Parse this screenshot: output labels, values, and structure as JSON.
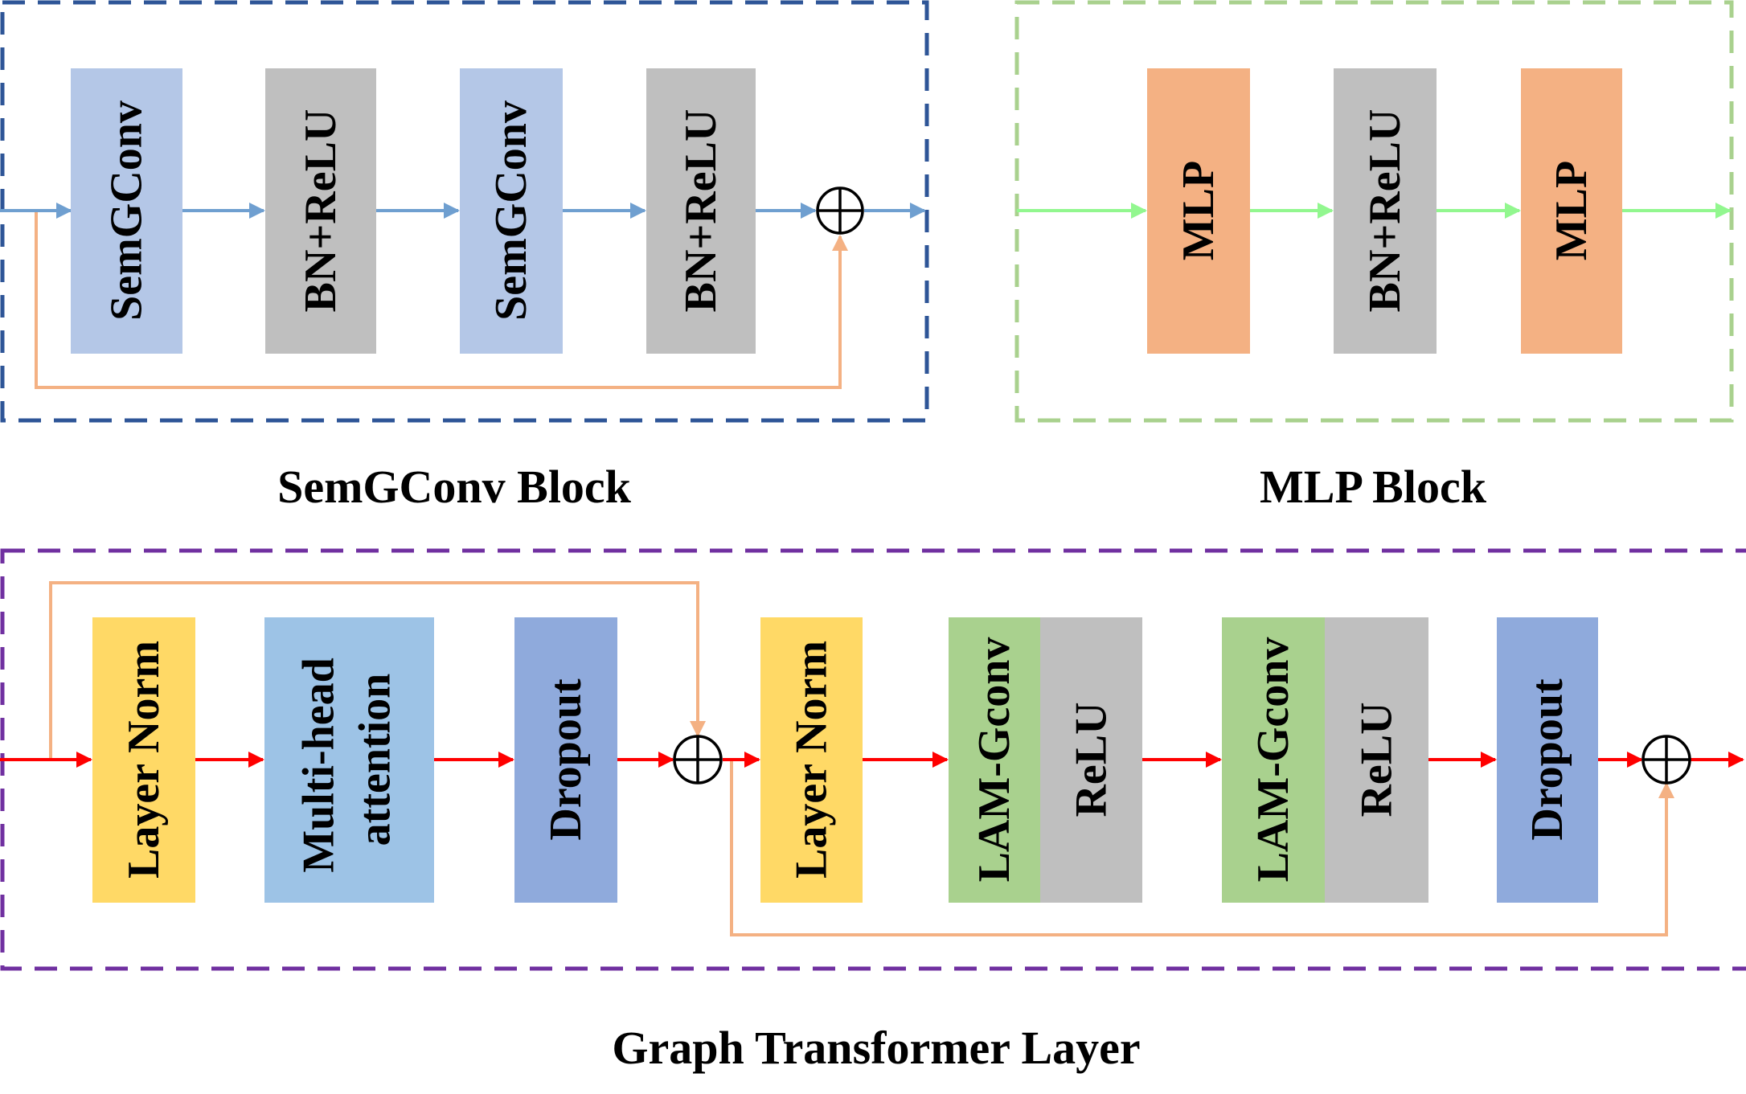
{
  "colors": {
    "semgconv_frame": "#2E5597",
    "mlp_frame": "#A9D18E",
    "transformer_frame": "#7030A0",
    "semgconv_fill": "#B4C7E7",
    "bn_relu_fill": "#BFBFBF",
    "mlp_fill": "#F4B183",
    "layer_norm_fill": "#FFD966",
    "attention_fill": "#9DC3E6",
    "dropout_fill": "#8FAADC",
    "lam_gconv_fill": "#A9D18E",
    "relu_fill": "#BFBFBF",
    "blue_arrow": "#6F9FD0",
    "green_arrow": "#92F78F",
    "red_arrow": "#FF0000",
    "skip_line": "#F4B183"
  },
  "semgconv_block": {
    "caption": "SemGConv Block",
    "blocks": [
      {
        "label": "SemGConv",
        "kind": "semgconv"
      },
      {
        "label": "BN+ReLU",
        "kind": "bn_relu"
      },
      {
        "label": "SemGConv",
        "kind": "semgconv"
      },
      {
        "label": "BN+ReLU",
        "kind": "bn_relu"
      }
    ]
  },
  "mlp_block": {
    "caption": "MLP Block",
    "blocks": [
      {
        "label": "MLP",
        "kind": "mlp"
      },
      {
        "label": "BN+ReLU",
        "kind": "bn_relu"
      },
      {
        "label": "MLP",
        "kind": "mlp"
      }
    ]
  },
  "transformer_layer": {
    "caption": "Graph Transformer Layer",
    "blocks": [
      {
        "label": "Layer Norm",
        "kind": "layer_norm"
      },
      {
        "label": "Multi-head",
        "label2": "attention",
        "kind": "attention"
      },
      {
        "label": "Dropout",
        "kind": "dropout"
      },
      {
        "label": "Layer Norm",
        "kind": "layer_norm"
      },
      {
        "label": "LAM-Gconv",
        "kind": "lam_gconv"
      },
      {
        "label": "ReLU",
        "kind": "relu"
      },
      {
        "label": "LAM-Gconv",
        "kind": "lam_gconv"
      },
      {
        "label": "ReLU",
        "kind": "relu"
      },
      {
        "label": "Dropout",
        "kind": "dropout"
      }
    ]
  }
}
